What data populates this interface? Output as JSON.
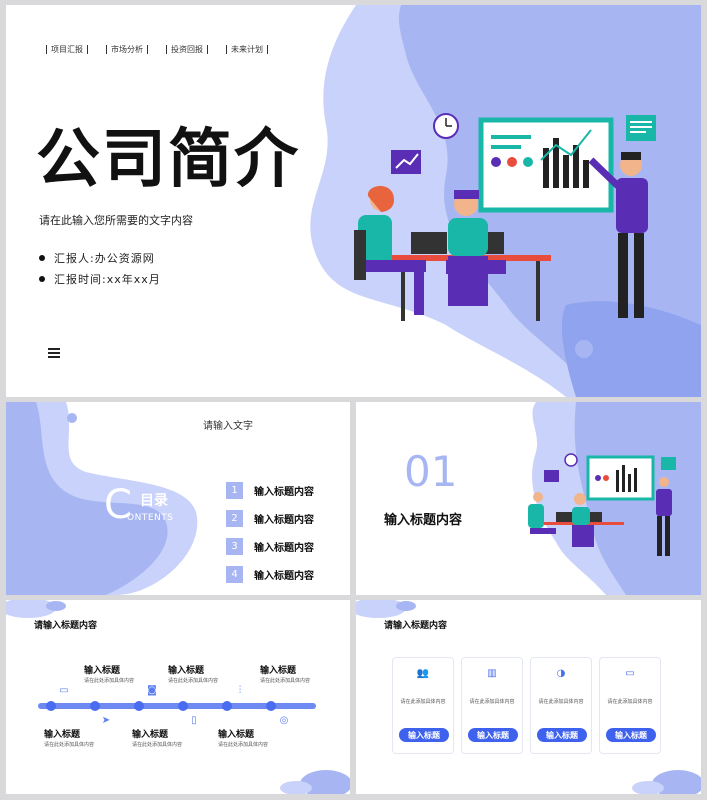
{
  "slide1": {
    "nav": [
      "项目汇报",
      "市场分析",
      "投资回报",
      "未来计划"
    ],
    "title": "公司简介",
    "subtitle": "请在此输入您所需要的文字内容",
    "reporter": "汇报人:办公资源网",
    "report_time": "汇报时间:xx年xx月"
  },
  "slide2": {
    "top_text": "请输入文字",
    "toc_letter": "C",
    "toc_title": "目录",
    "toc_en": "ONTENTS",
    "items": [
      {
        "num": "1",
        "label": "输入标题内容"
      },
      {
        "num": "2",
        "label": "输入标题内容"
      },
      {
        "num": "3",
        "label": "输入标题内容"
      },
      {
        "num": "4",
        "label": "输入标题内容"
      }
    ]
  },
  "slide3": {
    "number": "01",
    "label": "输入标题内容"
  },
  "slide4": {
    "title": "请输入标题内容",
    "top_items": [
      {
        "title": "输入标题",
        "sub": "请在此处添加具体内容"
      },
      {
        "title": "输入标题",
        "sub": "请在此处添加具体内容"
      },
      {
        "title": "输入标题",
        "sub": "请在此处添加具体内容"
      }
    ],
    "bottom_items": [
      {
        "title": "输入标题",
        "sub": "请在此处添加具体内容"
      },
      {
        "title": "输入标题",
        "sub": "请在此处添加具体内容"
      },
      {
        "title": "输入标题",
        "sub": "请在此处添加具体内容"
      }
    ]
  },
  "slide5": {
    "title": "请输入标题内容",
    "cards": [
      {
        "icon": "people-icon",
        "text": "请在此添加具体内容",
        "button": "输入标题"
      },
      {
        "icon": "bar-chart-icon",
        "text": "请在此添加具体内容",
        "button": "输入标题"
      },
      {
        "icon": "headset-icon",
        "text": "请在此添加具体内容",
        "button": "输入标题"
      },
      {
        "icon": "monitor-icon",
        "text": "请在此添加具体内容",
        "button": "输入标题"
      }
    ]
  },
  "colors": {
    "accent": "#a7b6f2",
    "accent_dark": "#4a6cf0",
    "purple": "#5a2db5",
    "teal": "#19b7a8"
  }
}
